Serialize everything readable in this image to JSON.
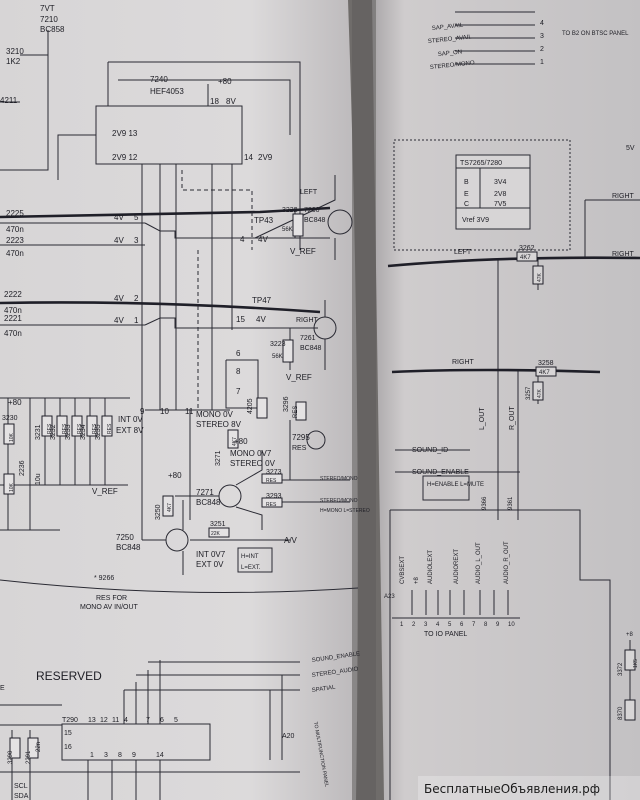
{
  "left_page": {
    "header": {
      "tr_top": "7VT",
      "t7210": "7210",
      "t7210_type": "BC858",
      "r3210": "3210",
      "r3210_val": "1K2",
      "r4211": "4211"
    },
    "ic7240": {
      "ref": "7240",
      "type": "HEF4053",
      "supply": "+80",
      "pin18": "18",
      "pin18_v": "8V",
      "pin13": "2V9 13",
      "pin12": "2V9 12",
      "pin14": "14",
      "pin14_v": "2V9"
    },
    "inputs": {
      "c2225": "2225",
      "c2225_val": "470n",
      "c2223": "2223",
      "c2223_val": "470n",
      "c2222": "2222",
      "c2222_val": "470n",
      "c2221": "2221",
      "c2221_val": "470n",
      "v4a": "4V",
      "v4b": "4V",
      "v4c": "4V",
      "v4d": "4V",
      "p5": "5",
      "p3": "3",
      "p2": "2",
      "p1": "1"
    },
    "tp43": "TP43",
    "tp47": "TP47",
    "left_out": {
      "label": "LEFT",
      "pin4": "4",
      "v4": "4V",
      "r3222": "3222",
      "r3222_val": "56K",
      "t7260": "7260",
      "t7260_type": "BC848",
      "vref": "V_REF"
    },
    "right_out": {
      "label": "RIGHT",
      "pin15": "15",
      "v4": "4V",
      "t7261": "7261",
      "t7261_type": "BC848",
      "r3223": "3223",
      "r3223_val": "56K",
      "vref": "V_REF"
    },
    "mono": {
      "pin9": "9",
      "pin10": "10",
      "pin11": "11",
      "pin8": "8",
      "pin7": "7",
      "pin6": "6",
      "int0v": "INT 0V",
      "ext8v": "EXT 8V",
      "mono0v": "MONO 0V",
      "stereo8v": "STEREO 8V",
      "r4205": "4205",
      "r3296": "3296",
      "r3296_val": "RES",
      "t7295": "7295",
      "t7295_val": "RES"
    },
    "res_bank": {
      "labels": [
        "3231",
        "3232",
        "3233",
        "3234",
        "3235"
      ],
      "vals": [
        "RES",
        "RES",
        "RES",
        "RES",
        "RES"
      ],
      "supply": "+80",
      "r3230": "3230",
      "r3230_val": "10K",
      "c2236": "2236",
      "c2236_val": "10K",
      "c_10u": "10u",
      "vref": "V_REF"
    },
    "t7271": {
      "ref": "7271",
      "type": "BC848",
      "r3271": "3271",
      "r3271_val": "4K7",
      "supply": "+80",
      "mono0v7": "MONO 0V7",
      "stereo0v": "STEREO 0V",
      "r3273": "3273",
      "r3273_val": "RES",
      "r3293": "3293",
      "r3293_val": "RES",
      "stereo_a": "STEREO/MONO",
      "stereo_b": "STEREO/MONO",
      "note": "H=MONO L=STEREO"
    },
    "t7250": {
      "ref": "7250",
      "type": "BC848",
      "r3250": "3250",
      "r3250_val": "4K7",
      "supply": "+80",
      "r3251": "3251",
      "r3251_val": "22K",
      "int0v7": "INT 0V7",
      "ext0v": "EXT 0V",
      "av": "A/V",
      "note_h": "H=INT",
      "note_l": "L=EXT."
    },
    "res_note": {
      "ref": "* 9266",
      "line1": "RES FOR",
      "line2": "MONO AV IN/OUT"
    },
    "reserved": {
      "title": "RESERVED",
      "ic": "T290",
      "pins_top": [
        "13",
        "12",
        "11",
        "4",
        "7",
        "6",
        "5"
      ],
      "pins_bottom": [
        "1",
        "3",
        "8",
        "9",
        "14"
      ],
      "p15": "15",
      "p16": "16",
      "sig_a": "SOUND_ENABLE",
      "sig_b": "STEREO_AUDIO",
      "sig_c": "SPATIAL",
      "a20": "A20",
      "ctrl": "TO MULTIFUNCTION PANEL",
      "c290": "3290",
      "c291": "2291",
      "c_22n": "22n",
      "scl": "SCL",
      "sda": "SDA",
      "e_lbl": "E"
    }
  },
  "right_page": {
    "connectors": {
      "lines": [
        "SAP_AVAIL",
        "STEREO_AVAIL",
        "SAP_ON",
        "STEREO/MONO"
      ],
      "pins": [
        "4",
        "3",
        "2",
        "1"
      ],
      "dest": "TO B2 ON BTSC PANEL"
    },
    "table": {
      "title": "TS7265/7280",
      "rows": [
        [
          "B",
          "3V4"
        ],
        [
          "E",
          "2V8"
        ],
        [
          "C",
          "7V5"
        ]
      ],
      "vref": "Vref 3V9"
    },
    "left_path": {
      "label": "LEFT",
      "r3262": "3262",
      "r3262_val": "4K7",
      "r_down": "47K"
    },
    "right_path": {
      "label": "RIGHT",
      "r3258": "3258",
      "r3258_val": "4K7",
      "r3257": "3257",
      "r3257_val": "47K"
    },
    "right_edge": {
      "label1": "RIGHT",
      "label2": "RIGHT",
      "top_val": "5V"
    },
    "signals": {
      "l_out": "L_OUT",
      "r_out": "R_OUT",
      "sound_id": "SOUND_ID",
      "sound_enable": "SOUND_ENABLE",
      "note": "H=ENABLE L=MUTE",
      "r9366": "9366",
      "r9361": "9361"
    },
    "io_connector": {
      "ref": "A23",
      "names": [
        "CVBSEXT",
        "+8",
        "AUDIOLEXT",
        "AUDIOREXT",
        "AUDIO_L_OUT",
        "AUDIO_R_OUT"
      ],
      "pins": [
        "1",
        "2",
        "3",
        "4",
        "5",
        "6",
        "7",
        "8",
        "9",
        "10"
      ],
      "dest": "TO IO PANEL"
    },
    "far_right": {
      "r3372": "3372",
      "r3372_val": "1K5",
      "r8370": "8370",
      "supply": "+8"
    }
  },
  "watermark": "БесплатныеОбъявления.рф"
}
